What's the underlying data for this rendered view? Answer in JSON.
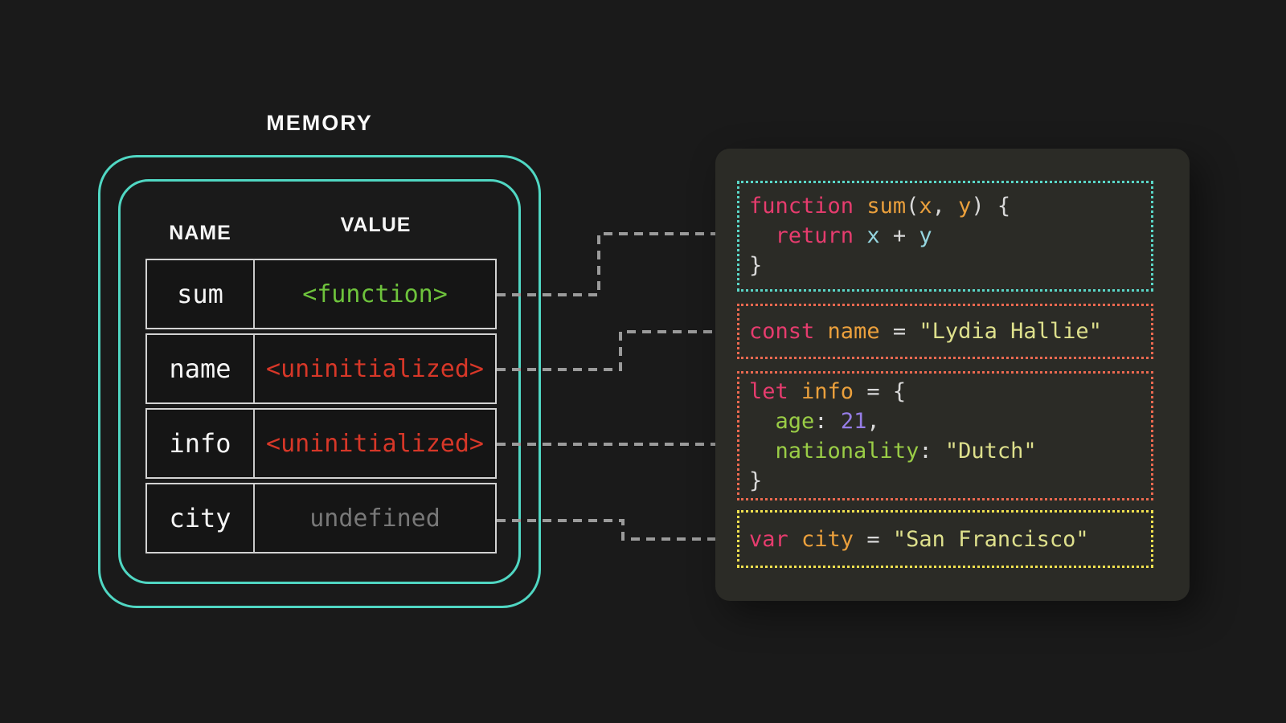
{
  "memory": {
    "title": "MEMORY",
    "columns": [
      "NAME",
      "VALUE"
    ],
    "border_color": "#50d7c3",
    "rows": [
      {
        "name": "sum",
        "value": "<function>",
        "value_color": "#6ec33c"
      },
      {
        "name": "name",
        "value": "<uninitialized>",
        "value_color": "#d73728"
      },
      {
        "name": "info",
        "value": "<uninitialized>",
        "value_color": "#d73728"
      },
      {
        "name": "city",
        "value": "undefined",
        "value_color": "#787878"
      }
    ]
  },
  "connector_color": "#9b9b9b",
  "code": {
    "syntax_colors": {
      "keyword": "#e63c6e",
      "identifier": "#eba03c",
      "function": "#eba03c",
      "variable": "#96d7e1",
      "string": "#dee08c",
      "property": "#9acd46",
      "number": "#967de6",
      "punctuation": "#d9d9d9"
    },
    "blocks": [
      {
        "name": "function-sum",
        "border_color": "#5ad7c8",
        "lines": [
          [
            {
              "t": "function ",
              "c": "keyword"
            },
            {
              "t": "sum",
              "c": "function"
            },
            {
              "t": "(",
              "c": "punctuation"
            },
            {
              "t": "x",
              "c": "identifier"
            },
            {
              "t": ", ",
              "c": "punctuation"
            },
            {
              "t": "y",
              "c": "identifier"
            },
            {
              "t": ") {",
              "c": "punctuation"
            }
          ],
          [
            {
              "t": "  ",
              "c": "punctuation"
            },
            {
              "t": "return ",
              "c": "keyword"
            },
            {
              "t": "x",
              "c": "variable"
            },
            {
              "t": " + ",
              "c": "punctuation"
            },
            {
              "t": "y",
              "c": "variable"
            }
          ],
          [
            {
              "t": "}",
              "c": "punctuation"
            }
          ]
        ]
      },
      {
        "name": "const-name",
        "border_color": "#eb6950",
        "lines": [
          [
            {
              "t": "const ",
              "c": "keyword"
            },
            {
              "t": "name",
              "c": "identifier"
            },
            {
              "t": " = ",
              "c": "punctuation"
            },
            {
              "t": "\"Lydia Hallie\"",
              "c": "string"
            }
          ]
        ]
      },
      {
        "name": "let-info",
        "border_color": "#eb6950",
        "lines": [
          [
            {
              "t": "let ",
              "c": "keyword"
            },
            {
              "t": "info",
              "c": "identifier"
            },
            {
              "t": " = {",
              "c": "punctuation"
            }
          ],
          [
            {
              "t": "  ",
              "c": "punctuation"
            },
            {
              "t": "age",
              "c": "property"
            },
            {
              "t": ": ",
              "c": "punctuation"
            },
            {
              "t": "21",
              "c": "number"
            },
            {
              "t": ",",
              "c": "punctuation"
            }
          ],
          [
            {
              "t": "  ",
              "c": "punctuation"
            },
            {
              "t": "nationality",
              "c": "property"
            },
            {
              "t": ": ",
              "c": "punctuation"
            },
            {
              "t": "\"Dutch\"",
              "c": "string"
            }
          ],
          [
            {
              "t": "}",
              "c": "punctuation"
            }
          ]
        ]
      },
      {
        "name": "var-city",
        "border_color": "#f0e150",
        "lines": [
          [
            {
              "t": "var ",
              "c": "keyword"
            },
            {
              "t": "city",
              "c": "identifier"
            },
            {
              "t": " = ",
              "c": "punctuation"
            },
            {
              "t": "\"San Francisco\"",
              "c": "string"
            }
          ]
        ]
      }
    ]
  }
}
